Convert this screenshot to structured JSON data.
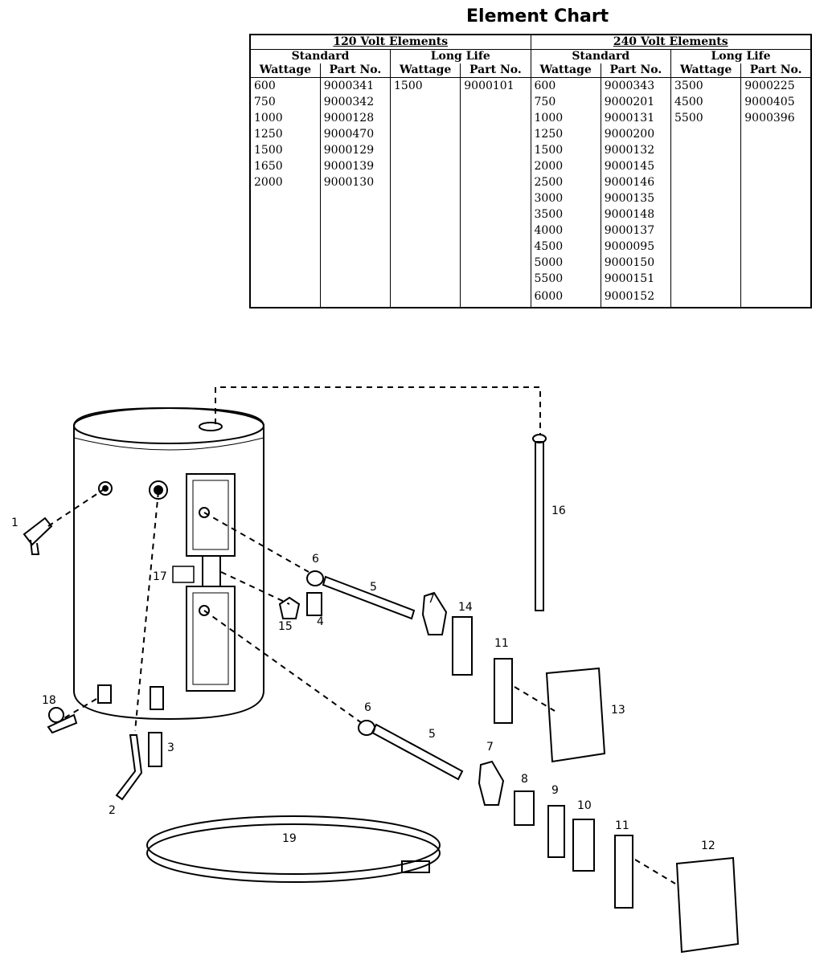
{
  "title": "Element Chart",
  "table": {
    "groups": [
      "120 Volt Elements",
      "240 Volt Elements"
    ],
    "subgroups": [
      "Standard",
      "Long Life",
      "Standard",
      "Long Life"
    ],
    "columns": [
      "Wattage",
      "Part No.",
      "Wattage",
      "Part No.",
      "Wattage",
      "Part No.",
      "Wattage",
      "Part No."
    ],
    "rows": [
      [
        "600",
        "9000341",
        "1500",
        "9000101",
        "600",
        "9000343",
        "3500",
        "9000225"
      ],
      [
        "750",
        "9000342",
        "",
        "",
        "750",
        "9000201",
        "4500",
        "9000405"
      ],
      [
        "1000",
        "9000128",
        "",
        "",
        "1000",
        "9000131",
        "5500",
        "9000396"
      ],
      [
        "1250",
        "9000470",
        "",
        "",
        "1250",
        "9000200",
        "",
        ""
      ],
      [
        "1500",
        "9000129",
        "",
        "",
        "1500",
        "9000132",
        "",
        ""
      ],
      [
        "1650",
        "9000139",
        "",
        "",
        "2000",
        "9000145",
        "",
        ""
      ],
      [
        "2000",
        "9000130",
        "",
        "",
        "2500",
        "9000146",
        "",
        ""
      ],
      [
        "",
        "",
        "",
        "",
        "3000",
        "9000135",
        "",
        ""
      ],
      [
        "",
        "",
        "",
        "",
        "3500",
        "9000148",
        "",
        ""
      ],
      [
        "",
        "",
        "",
        "",
        "4000",
        "9000137",
        "",
        ""
      ],
      [
        "",
        "",
        "",
        "",
        "4500",
        "9000095",
        "",
        ""
      ],
      [
        "",
        "",
        "",
        "",
        "5000",
        "9000150",
        "",
        ""
      ],
      [
        "",
        "",
        "",
        "",
        "5500",
        "9000151",
        "",
        ""
      ],
      [
        "",
        "",
        "",
        "",
        "6000",
        "9000152",
        "",
        ""
      ]
    ]
  },
  "callouts": {
    "c1": "1",
    "c2": "2",
    "c3": "3",
    "c4": "4",
    "c5a": "5",
    "c5b": "5",
    "c6a": "6",
    "c6b": "6",
    "c7a": "7",
    "c7b": "7",
    "c8": "8",
    "c9": "9",
    "c10": "10",
    "c11a": "11",
    "c11b": "11",
    "c12": "12",
    "c13": "13",
    "c14": "14",
    "c15": "15",
    "c16": "16",
    "c17": "17",
    "c18": "18",
    "c19": "19"
  }
}
